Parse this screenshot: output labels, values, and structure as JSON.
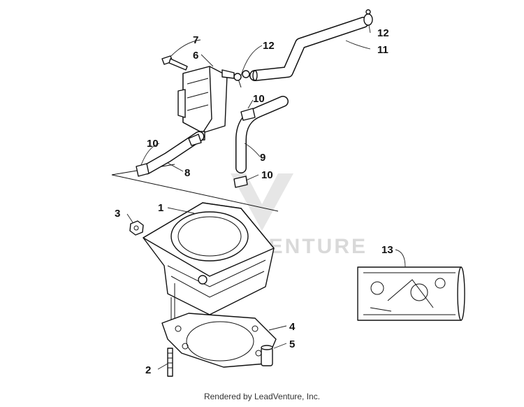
{
  "watermark": {
    "text": "LEADVENTURE",
    "color": "#d9d9d9"
  },
  "footer": {
    "text": "Rendered by LeadVenture, Inc."
  },
  "callouts": {
    "c1": "1",
    "c2": "2",
    "c3": "3",
    "c4": "4",
    "c5": "5",
    "c6": "6",
    "c7": "7",
    "c8": "8",
    "c9": "9",
    "c10a": "10",
    "c10b": "10",
    "c10c": "10",
    "c11": "11",
    "c12a": "12",
    "c12b": "12",
    "c13": "13"
  }
}
